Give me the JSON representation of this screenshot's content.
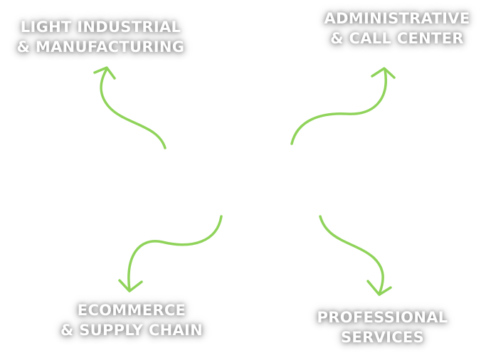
{
  "sectors": {
    "top_left": {
      "line1": "LIGHT INDUSTRIAL",
      "line2": "& MANUFACTURING"
    },
    "top_right": {
      "line1": "ADMINISTRATIVE",
      "line2": "& CALL CENTER"
    },
    "bottom_left": {
      "line1": "ECOMMERCE",
      "line2": "& SUPPLY CHAIN"
    },
    "bottom_right": {
      "line1": "PROFESSIONAL",
      "line2": "SERVICES"
    }
  },
  "colors": {
    "arrow": "#8fd35a",
    "label_text": "#ffffff",
    "background": "#ffffff"
  }
}
